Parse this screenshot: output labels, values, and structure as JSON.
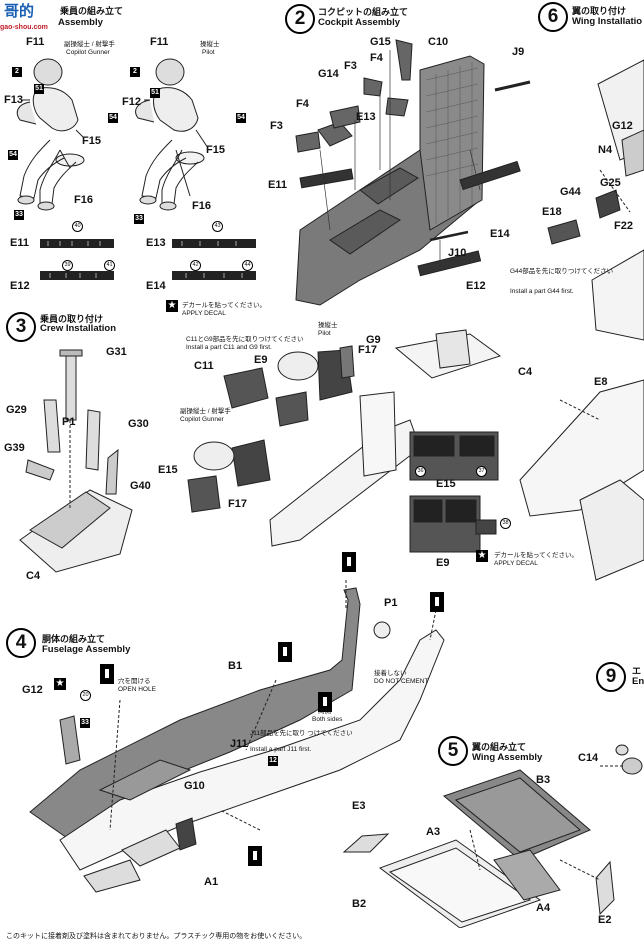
{
  "watermark": {
    "title": "哥的",
    "url": "gao-shou.com"
  },
  "step1": {
    "title_en": "Assembly",
    "title_jp": "乗員の組み立て",
    "gunner_jp": "副操縦士 / 射撃手",
    "gunner_en": "Copilot Gunner",
    "pilot_jp": "操縦士",
    "pilot_en": "Pilot"
  },
  "step2": {
    "num": "2",
    "title_jp": "コクピットの組み立て",
    "title_en": "Cockpit Assembly"
  },
  "step3": {
    "num": "3",
    "title_jp": "乗員の取り付け",
    "title_en": "Crew Installation",
    "note_jp": "C11とG9部品を先に取りつけてください",
    "note_en": "Install a part C11 and G9 first.",
    "pilot_jp": "操縦士",
    "pilot_en": "Pilot",
    "gunner_jp": "副操縦士 / 射撃手",
    "gunner_en": "Copilot Gunner",
    "decal_jp": "デカールを貼ってください。",
    "decal_en": "APPLY DECAL"
  },
  "step4": {
    "num": "4",
    "title_jp": "胴体の組み立て",
    "title_en": "Fuselage Assembly",
    "hole_jp": "穴を開ける",
    "hole_en": "OPEN HOLE",
    "nocement_jp": "接着しない",
    "nocement_en": "DO NOT CEMENT",
    "both_jp": "両側",
    "both_en": "Both sides",
    "j11_jp": "J11部品を先に取り つけてください",
    "j11_en": "Install a part J11 first."
  },
  "step5": {
    "num": "5",
    "title_jp": "翼の組み立て",
    "title_en": "Wing Assembly"
  },
  "step6": {
    "num": "6",
    "title_jp": "翼の取り付け",
    "title_en": "Wing Installatio",
    "g44_jp": "G44部品を先に取りつけてください",
    "g44_en": "Install a part G44 first."
  },
  "step9": {
    "num": "9",
    "title_jp": "エ",
    "title_en": "En"
  },
  "decal1": {
    "jp": "デカールを貼ってください。",
    "en": "APPLY DECAL"
  },
  "footer": {
    "text": "このキットに接着剤及び塗料は含まれておりません。プラスチック専用の物をお使いください。"
  },
  "labels1": {
    "F11a": "F11",
    "F11b": "F11",
    "F13": "F13",
    "F12": "F12",
    "F15a": "F15",
    "F15b": "F15",
    "F16a": "F16",
    "F16b": "F16",
    "E11": "E11",
    "E12": "E12",
    "E13": "E13",
    "E14": "E14",
    "n40": "40",
    "n39": "39",
    "n41": "41",
    "n43": "43",
    "n42": "42",
    "n44": "44",
    "b2a": "2",
    "b2b": "2",
    "n51a": "51",
    "n51b": "51",
    "n54a": "54",
    "n54b": "54",
    "n54c": "54",
    "n33a": "33",
    "n33b": "33"
  },
  "labels2": {
    "G15": "G15",
    "C10": "C10",
    "J9": "J9",
    "F3a": "F3",
    "F4a": "F4",
    "G14": "G14",
    "F4b": "F4",
    "E13": "E13",
    "F3b": "F3",
    "E11": "E11",
    "E14": "E14",
    "J10": "J10",
    "E12": "E12"
  },
  "labels3": {
    "G31": "G31",
    "G29": "G29",
    "P1": "P1",
    "G30": "G30",
    "G39": "G39",
    "G40": "G40",
    "C4": "C4",
    "C11": "C11",
    "E9": "E9",
    "F17a": "F17",
    "G9": "G9",
    "C4b": "C4",
    "E15": "E15",
    "F17b": "F17",
    "E15b": "E15",
    "E9b": "E9",
    "n36": "36",
    "n37": "37",
    "n38": "38"
  },
  "labels4": {
    "P1": "P1",
    "B1": "B1",
    "G12": "G12",
    "J11": "J11",
    "G10": "G10",
    "A1": "A1",
    "n20": "20",
    "n33": "33",
    "n12": "12"
  },
  "labels5": {
    "B3": "B3",
    "E3": "E3",
    "A3": "A3",
    "B2": "B2",
    "A4": "A4",
    "E2": "E2"
  },
  "labels6": {
    "G12": "G12",
    "N4": "N4",
    "G25": "G25",
    "G44": "G44",
    "E18": "E18",
    "F22": "F22",
    "E8": "E8"
  },
  "labels9": {
    "C14": "C14"
  }
}
